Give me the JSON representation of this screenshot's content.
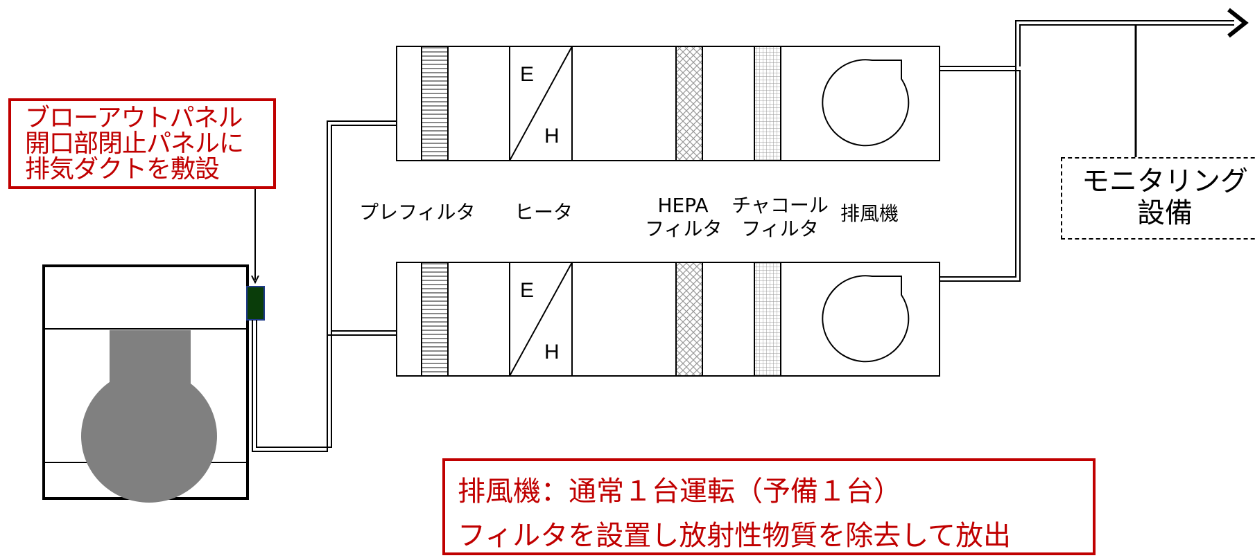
{
  "callout": {
    "lines": [
      "ブローアウトパネル",
      "開口部閉止パネルに",
      "排気ダクトを敷設"
    ]
  },
  "labels": {
    "prefilter": "プレフィルタ",
    "heater": "ヒータ",
    "hepa_line1": "HEPA",
    "hepa_line2": "フィルタ",
    "charcoal_line1": "チャコール",
    "charcoal_line2": "フィルタ",
    "fan": "排風機"
  },
  "heater_marks": {
    "e": "E",
    "h": "H"
  },
  "monitor": {
    "line1": "モニタリング",
    "line2": "設備"
  },
  "note": {
    "line1": "排風機：通常１台運転（予備１台）",
    "line2": "フィルタを設置し放射性物質を除去して放出"
  },
  "colors": {
    "accent_red": "#c00000",
    "reactor_gray": "#808080",
    "panel_green": "#0a3d0a",
    "panel_border": "#1f3a8a"
  }
}
